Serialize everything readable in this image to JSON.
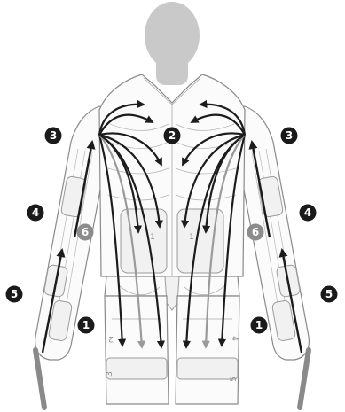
{
  "diagram": {
    "markers": [
      {
        "id": "m1-left",
        "label": "1",
        "tone": "dark"
      },
      {
        "id": "m1-right",
        "label": "1",
        "tone": "dark"
      },
      {
        "id": "m2",
        "label": "2",
        "tone": "dark"
      },
      {
        "id": "m3-left",
        "label": "3",
        "tone": "dark"
      },
      {
        "id": "m3-right",
        "label": "3",
        "tone": "dark"
      },
      {
        "id": "m4-left",
        "label": "4",
        "tone": "dark"
      },
      {
        "id": "m4-right",
        "label": "4",
        "tone": "dark"
      },
      {
        "id": "m5-left",
        "label": "5",
        "tone": "dark"
      },
      {
        "id": "m5-right",
        "label": "5",
        "tone": "dark"
      },
      {
        "id": "m6-left",
        "label": "6",
        "tone": "grey"
      },
      {
        "id": "m6-right",
        "label": "6",
        "tone": "grey"
      }
    ],
    "panel_labels": {
      "chest_left": "1",
      "chest_right": "1",
      "thigh_left": "2",
      "thigh_right": "4",
      "knee_left": "3",
      "knee_right": "5"
    },
    "colors": {
      "marker_dark": "#1a1a1a",
      "marker_grey": "#8c8c8c",
      "arrow_dark": "#1c1c1c",
      "arrow_grey": "#9a9a9a",
      "mannequin": "#c9c9c9"
    }
  }
}
